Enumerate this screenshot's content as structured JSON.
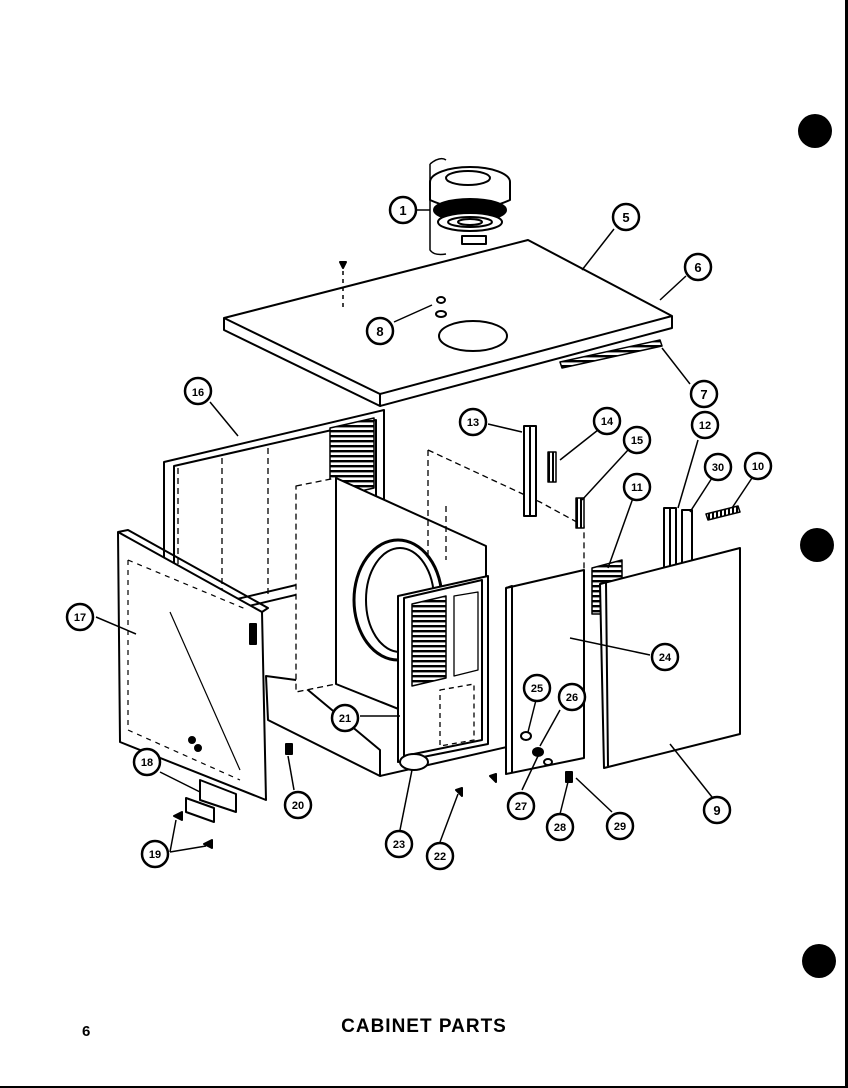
{
  "caption": "CABINET PARTS",
  "page_number": "6",
  "callouts": [
    {
      "id": "c1",
      "label": "1"
    },
    {
      "id": "c5",
      "label": "5"
    },
    {
      "id": "c6",
      "label": "6"
    },
    {
      "id": "c8",
      "label": "8"
    },
    {
      "id": "c7",
      "label": "7"
    },
    {
      "id": "c16",
      "label": "16"
    },
    {
      "id": "c13",
      "label": "13"
    },
    {
      "id": "c14",
      "label": "14"
    },
    {
      "id": "c15",
      "label": "15"
    },
    {
      "id": "c12",
      "label": "12"
    },
    {
      "id": "c30",
      "label": "30"
    },
    {
      "id": "c10",
      "label": "10"
    },
    {
      "id": "c11",
      "label": "11"
    },
    {
      "id": "c17",
      "label": "17"
    },
    {
      "id": "c24",
      "label": "24"
    },
    {
      "id": "c25",
      "label": "25"
    },
    {
      "id": "c26",
      "label": "26"
    },
    {
      "id": "c21",
      "label": "21"
    },
    {
      "id": "c18",
      "label": "18"
    },
    {
      "id": "c20",
      "label": "20"
    },
    {
      "id": "c19",
      "label": "19"
    },
    {
      "id": "c23",
      "label": "23"
    },
    {
      "id": "c22",
      "label": "22"
    },
    {
      "id": "c27",
      "label": "27"
    },
    {
      "id": "c28",
      "label": "28"
    },
    {
      "id": "c29",
      "label": "29"
    },
    {
      "id": "c9",
      "label": "9"
    }
  ]
}
